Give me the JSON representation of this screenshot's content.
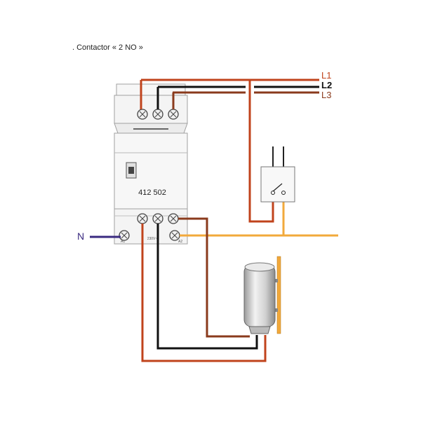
{
  "title": ". Contactor « 2 NO »",
  "contactor": {
    "reference": "412 502",
    "coil_label": "230V~",
    "coil_terminal_a1": "A1",
    "coil_terminal_a2": "A2"
  },
  "lines": {
    "l1": {
      "label": "L1",
      "color": "#c0431c"
    },
    "l2": {
      "label": "L2",
      "color": "#111111"
    },
    "l3": {
      "label": "L3",
      "color": "#8a3a1c"
    }
  },
  "neutral": {
    "label": "N",
    "color": "#3a2a80"
  },
  "colors": {
    "control_wire": "#f2a93b",
    "l1_wire": "#c0431c",
    "l2_wire": "#111111",
    "l3_wire": "#8a3a1c",
    "neutral_wire": "#3a2a80",
    "module_outline": "#9a9a9a",
    "heater_body": "#d8d8d8",
    "heater_bracket": "#f2a93b"
  },
  "components": {
    "switch": "control-switch",
    "load": "water-heater"
  }
}
